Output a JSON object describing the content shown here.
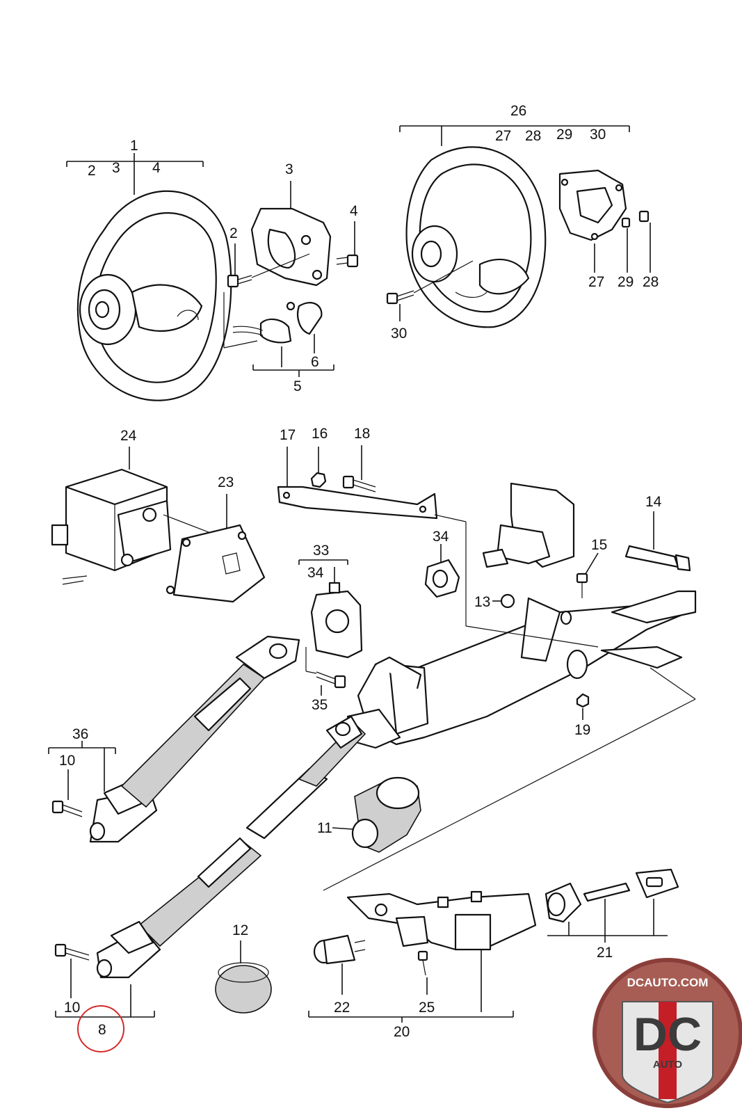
{
  "labels": {
    "group1": {
      "main": "1",
      "subs": [
        "2",
        "3",
        "4"
      ]
    },
    "group26": {
      "main": "26",
      "subs": [
        "27",
        "28",
        "29",
        "30"
      ]
    },
    "part2": "2",
    "part3": "3",
    "part4": "4",
    "part5": "5",
    "part6": "6",
    "part27": "27",
    "part28": "28",
    "part29": "29",
    "part30": "30",
    "part24": "24",
    "part23": "23",
    "part17": "17",
    "part16": "16",
    "part18": "18",
    "part14": "14",
    "part34": "34",
    "part15": "15",
    "part13": "13",
    "group33": {
      "main": "33",
      "sub": "34"
    },
    "part35": "35",
    "part19": "19",
    "group36": {
      "main": "36",
      "sub": "10"
    },
    "part11": "11",
    "part12": "12",
    "part10": "10",
    "part8": "8",
    "part22": "22",
    "part25": "25",
    "part20": "20",
    "part21": "21"
  },
  "highlight": {
    "label": "8",
    "color": "#d42a2a"
  },
  "logo": {
    "site": "DCAUTO.COM",
    "letters": "DC",
    "sub": "AUTO",
    "accent": "#c41f27"
  }
}
